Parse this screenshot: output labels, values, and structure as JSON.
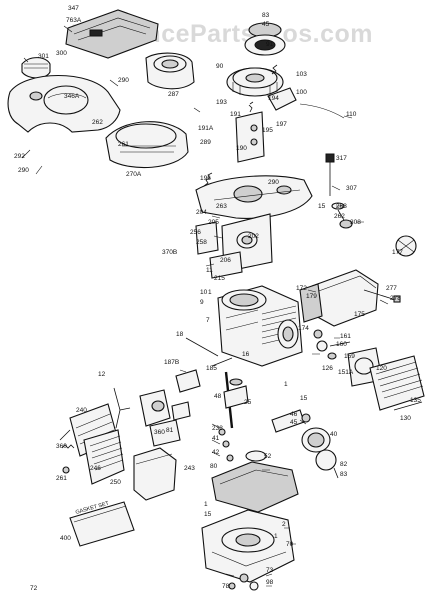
{
  "diagram": {
    "watermark": "AppliancePartsPros.com",
    "parts": [
      "763A",
      "347",
      "83",
      "45",
      "91",
      "301",
      "300",
      "290",
      "287",
      "346A",
      "90",
      "103",
      "193",
      "194",
      "100",
      "110",
      "191A",
      "191",
      "195",
      "190",
      "196",
      "292",
      "290",
      "262",
      "261",
      "270A",
      "289",
      "197",
      "290",
      "317",
      "307",
      "15",
      "204",
      "263",
      "205",
      "202",
      "256",
      "258",
      "206",
      "308",
      "262",
      "263",
      "370B",
      "11",
      "215",
      "10",
      "177",
      "9",
      "7",
      "277",
      "278",
      "172",
      "179",
      "175",
      "1",
      "16",
      "161",
      "160",
      "174",
      "18",
      "159",
      "151A",
      "126",
      "1",
      "15",
      "187B",
      "185",
      "120",
      "12",
      "46",
      "45",
      "135",
      "25",
      "130",
      "48",
      "240",
      "40",
      "360",
      "238",
      "82",
      "41",
      "83",
      "42",
      "81",
      "360",
      "261",
      "246",
      "80",
      "52",
      "243",
      "250",
      "1",
      "15",
      "GASKET SET",
      "400",
      "2",
      "1",
      "70",
      "73",
      "78",
      "98",
      "72"
    ]
  }
}
